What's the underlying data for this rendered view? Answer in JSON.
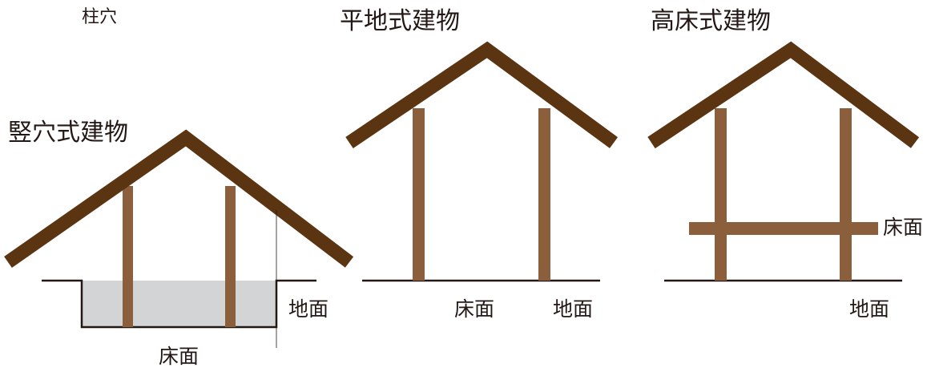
{
  "diagram": {
    "colors": {
      "roof": "#5b3411",
      "post": "#8b5e3c",
      "ground_line": "#231815",
      "pit_fill": "#d3d4d6",
      "text": "#231815"
    },
    "panels": [
      {
        "id": "tateana",
        "title": "竪穴式建物",
        "post_hole_label": "柱穴",
        "ground_label": "地面",
        "floor_label": "床面"
      },
      {
        "id": "heichi",
        "title": "平地式建物",
        "floor_label": "床面",
        "ground_label": "地面"
      },
      {
        "id": "takayuka",
        "title": "高床式建物",
        "floor_label": "床面",
        "ground_label": "地面"
      }
    ]
  }
}
